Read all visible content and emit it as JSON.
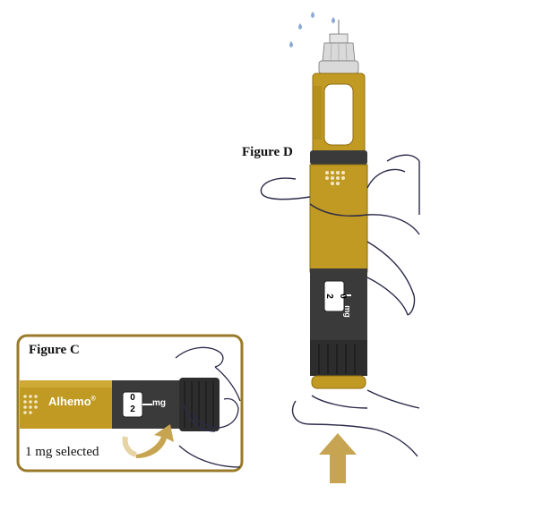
{
  "figure_d": {
    "label": "Figure D",
    "dose_window": {
      "upper": "0",
      "lower": "2",
      "unit": "mg"
    }
  },
  "figure_c": {
    "label": "Figure C",
    "brand": "Alhemo",
    "brand_mark": "®",
    "dose_window": {
      "upper": "0",
      "lower": "2",
      "unit": "mg"
    },
    "caption": "1 mg selected"
  },
  "colors": {
    "pen_gold": "#c19a23",
    "pen_gold_dark": "#8f6f12",
    "pen_body_dark": "#3a3a3a",
    "frame_border": "#9a7a2a",
    "arrow_gold": "#c6a451",
    "hand_outline": "#2b2a4a",
    "drop_blue": "#8aa9d6"
  },
  "icons": [
    "drop-icon",
    "arrow-up-icon",
    "turn-arrow-icon"
  ]
}
